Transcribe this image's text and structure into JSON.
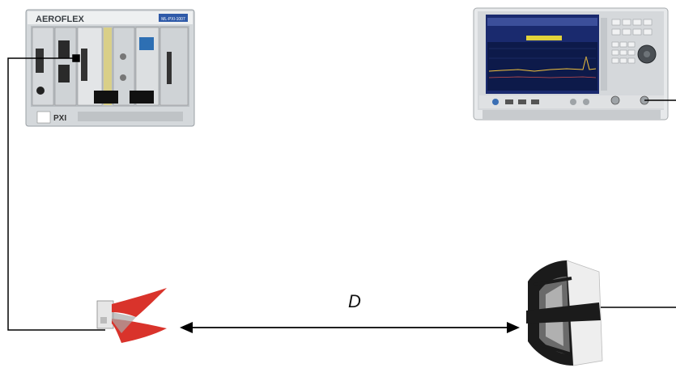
{
  "pxi_chassis": {
    "brand": "AEROFLEX",
    "model_badge": "ML-PXI-1007",
    "logo": "PXI"
  },
  "distance_label": "D",
  "colors": {
    "wire": "#000000",
    "pxi_frame": "#cfd3d6",
    "analyzer_screen": "#1a2a6e",
    "tx_antenna": "#d9332b",
    "rx_antenna": "#1b1b1b"
  }
}
